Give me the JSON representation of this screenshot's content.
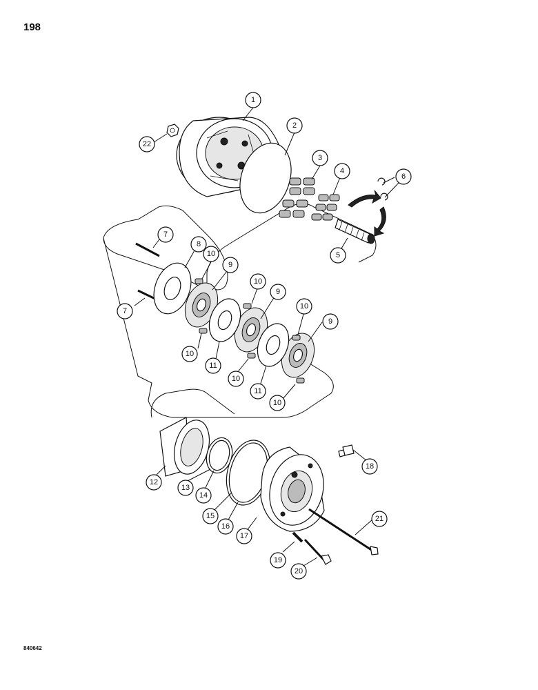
{
  "page_number": "198",
  "figure_code": "840642",
  "callouts": [
    "1",
    "2",
    "3",
    "4",
    "5",
    "6",
    "7",
    "7",
    "8",
    "9",
    "9",
    "9",
    "10",
    "10",
    "10",
    "10",
    "10",
    "10",
    "11",
    "11",
    "12",
    "13",
    "14",
    "15",
    "16",
    "17",
    "18",
    "19",
    "20",
    "21",
    "22"
  ]
}
